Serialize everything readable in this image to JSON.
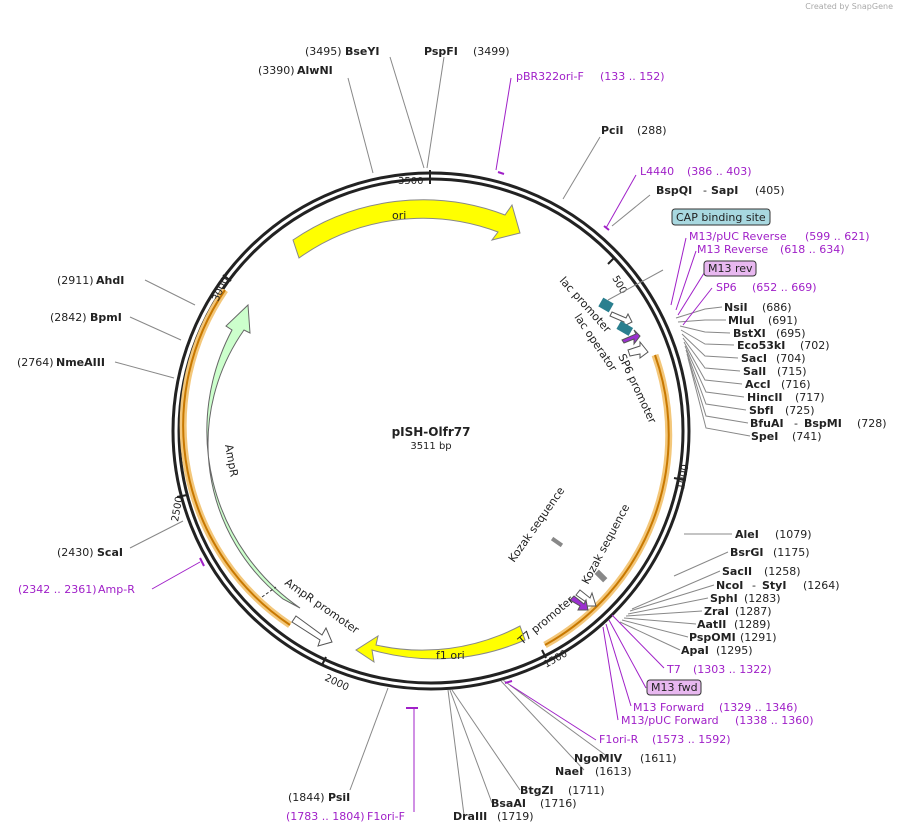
{
  "credit": "Created by SnapGene",
  "plasmid": {
    "name": "pISH-Olfr77",
    "length": "3511 bp"
  },
  "ticks": [
    "500",
    "1000",
    "1500",
    "2000",
    "2500",
    "3000",
    "3500"
  ],
  "sites": [
    {
      "name": "BseYI",
      "pos": "(3495)"
    },
    {
      "name": "PspFI",
      "pos": "(3499)"
    },
    {
      "name": "AlwNI",
      "pos": "(3390)"
    },
    {
      "name": "PciI",
      "pos": "(288)"
    },
    {
      "name": "BspQI",
      "sep": "-",
      "name2": "SapI",
      "pos": "(405)"
    },
    {
      "name": "NsiI",
      "pos": "(686)"
    },
    {
      "name": "MluI",
      "pos": "(691)"
    },
    {
      "name": "BstXI",
      "pos": "(695)"
    },
    {
      "name": "Eco53kI",
      "pos": "(702)"
    },
    {
      "name": "SacI",
      "pos": "(704)"
    },
    {
      "name": "SalI",
      "pos": "(715)"
    },
    {
      "name": "AccI",
      "pos": "(716)"
    },
    {
      "name": "HincII",
      "pos": "(717)"
    },
    {
      "name": "SbfI",
      "pos": "(725)"
    },
    {
      "name": "BfuAI",
      "sep": "-",
      "name2": "BspMI",
      "pos": "(728)"
    },
    {
      "name": "SpeI",
      "pos": "(741)"
    },
    {
      "name": "AleI",
      "pos": "(1079)"
    },
    {
      "name": "BsrGI",
      "pos": "(1175)"
    },
    {
      "name": "SacII",
      "pos": "(1258)"
    },
    {
      "name": "NcoI",
      "sep": "-",
      "name2": "StyI",
      "pos": "(1264)"
    },
    {
      "name": "SphI",
      "pos": "(1283)"
    },
    {
      "name": "ZraI",
      "pos": "(1287)"
    },
    {
      "name": "AatII",
      "pos": "(1289)"
    },
    {
      "name": "PspOMI",
      "pos": "(1291)"
    },
    {
      "name": "ApaI",
      "pos": "(1295)"
    },
    {
      "name": "NgoMIV",
      "pos": "(1611)"
    },
    {
      "name": "NaeI",
      "pos": "(1613)"
    },
    {
      "name": "BtgZI",
      "pos": "(1711)"
    },
    {
      "name": "BsaAI",
      "pos": "(1716)"
    },
    {
      "name": "DraIII",
      "pos": "(1719)"
    },
    {
      "name": "PsiI",
      "pos": "(1844)"
    },
    {
      "name": "ScaI",
      "pos": "(2430)"
    },
    {
      "name": "NmeAIII",
      "pos": "(2764)"
    },
    {
      "name": "BpmI",
      "pos": "(2842)"
    },
    {
      "name": "AhdI",
      "pos": "(2911)"
    }
  ],
  "primers": [
    {
      "name": "pBR322ori-F",
      "range": "(133 .. 152)"
    },
    {
      "name": "L4440",
      "range": "(386 .. 403)"
    },
    {
      "name": "M13/pUC Reverse",
      "range": "(599 .. 621)"
    },
    {
      "name": "M13 Reverse",
      "range": "(618 .. 634)"
    },
    {
      "name": "M13 rev",
      "range": ""
    },
    {
      "name": "SP6",
      "range": "(652 .. 669)"
    },
    {
      "name": "T7",
      "range": "(1303 .. 1322)"
    },
    {
      "name": "M13 fwd",
      "range": ""
    },
    {
      "name": "M13 Forward",
      "range": "(1329 .. 1346)"
    },
    {
      "name": "M13/pUC Forward",
      "range": "(1338 .. 1360)"
    },
    {
      "name": "F1ori-R",
      "range": "(1573 .. 1592)"
    },
    {
      "name": "F1ori-F",
      "range": "(1783 .. 1804)"
    },
    {
      "name": "Amp-R",
      "range": "(2342 .. 2361)"
    }
  ],
  "misc": {
    "cap": "CAP binding site"
  },
  "features": {
    "ori": "ori",
    "f1ori": "f1 ori",
    "ampr": "AmpR",
    "ampr_promoter": "AmpR promoter",
    "lac_promoter": "lac promoter",
    "lac_operator": "lac operator",
    "sp6_promoter": "SP6 promoter",
    "kozak1": "Kozak sequence",
    "kozak2": "Kozak sequence",
    "t7_promoter": "T7 promoter"
  },
  "colors": {
    "ori": "#ffff00",
    "ampr": "#ccffcc",
    "primer": "#a020c8",
    "insert": "#f0a030",
    "teal": "#2a7f8f"
  }
}
